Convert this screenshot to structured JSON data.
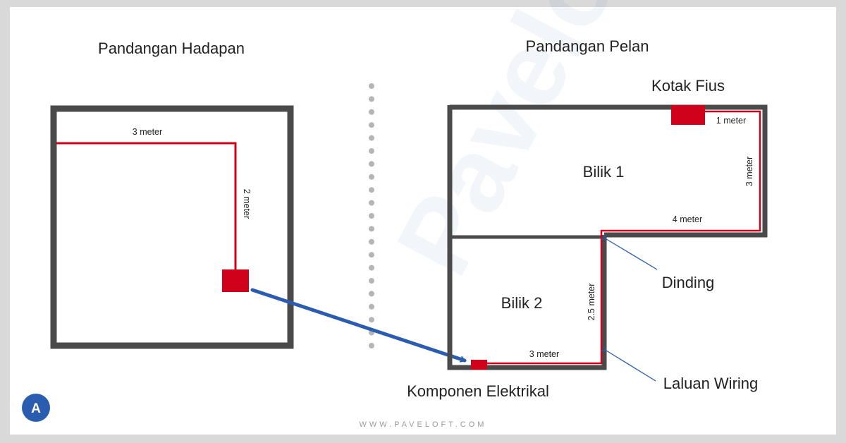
{
  "titles": {
    "front_view": "Pandangan Hadapan",
    "plan_view": "Pandangan Pelan"
  },
  "front_view": {
    "measure_horizontal": "3 meter",
    "measure_vertical": "2 meter"
  },
  "plan_view": {
    "room_1": "Bilik 1",
    "room_2": "Bilik 2",
    "measures": {
      "top_right": "1 meter",
      "right_vertical": "3 meter",
      "middle_horizontal": "4 meter",
      "lower_vertical": "2.5 meter",
      "bottom_horizontal": "3 meter"
    }
  },
  "callouts": {
    "fuse_box": "Kotak Fius",
    "wall": "Dinding",
    "wiring_route": "Laluan Wiring",
    "component": "Komponen Elektrikal"
  },
  "branding": {
    "watermark": "Paveloft",
    "website": "WWW.PAVELOFT.COM",
    "logo_letter": "A"
  },
  "colors": {
    "wall": "#4a4a4a",
    "wire": "#d0021b",
    "arrow": "#2a5db0",
    "divider_dots": "#b5b5b5"
  }
}
